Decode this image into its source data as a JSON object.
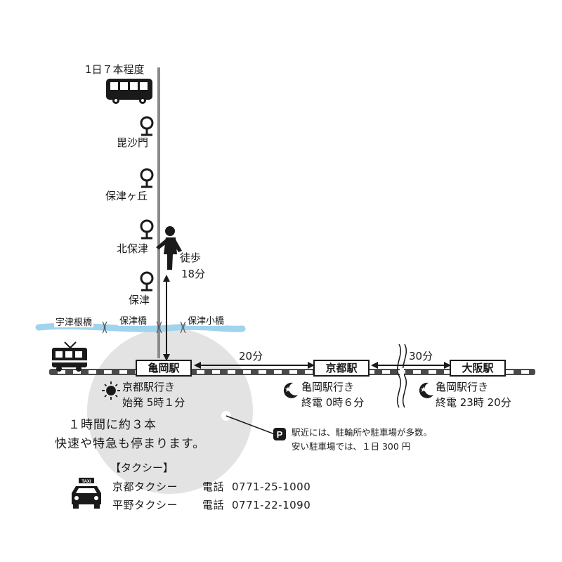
{
  "bus_frequency": "1日７本程度",
  "bus_stops": [
    "毘沙門",
    "保津ヶ丘",
    "北保津",
    "保津"
  ],
  "walk": {
    "label": "徒歩",
    "time": "18分"
  },
  "bridges": [
    "宇津根橋",
    "保津橋",
    "保津小橋"
  ],
  "stations": {
    "kameoka": "亀岡駅",
    "kyoto": "京都駅",
    "osaka": "大阪駅"
  },
  "travel_times": {
    "kameoka_kyoto": "20分",
    "kyoto_osaka": "30分"
  },
  "kameoka_trains": {
    "direction": "京都駅行き",
    "first_train": "始発 5時１分"
  },
  "kyoto_trains": {
    "direction": "亀岡駅行き",
    "last_train": "終電 0時６分"
  },
  "osaka_trains": {
    "direction": "亀岡駅行き",
    "last_train": "終電 23時 20分"
  },
  "frequency_note": [
    "１時間に約３本",
    "快速や特急も停まります。"
  ],
  "parking": {
    "icon": "parking-icon",
    "lines": [
      "駅近には、駐輪所や駐車場が多数。",
      "安い駐車場では、１日 300 円"
    ]
  },
  "taxi": {
    "header": "【タクシー】",
    "sign": "TAXI",
    "entries": [
      {
        "name": "京都タクシー",
        "phone_label": "電話",
        "phone": "0771-25-1000"
      },
      {
        "name": "平野タクシー",
        "phone_label": "電話",
        "phone": "0771-22-1090"
      }
    ]
  },
  "icons": [
    "bus-icon",
    "bus-stop-icon",
    "walking-person-icon",
    "train-icon",
    "sun-icon",
    "moon-icon",
    "taxi-icon"
  ],
  "colors": {
    "river": "#9fd3ee",
    "circle": "#e3e3e3",
    "track": "#555555",
    "ink": "#1a1a1a"
  }
}
